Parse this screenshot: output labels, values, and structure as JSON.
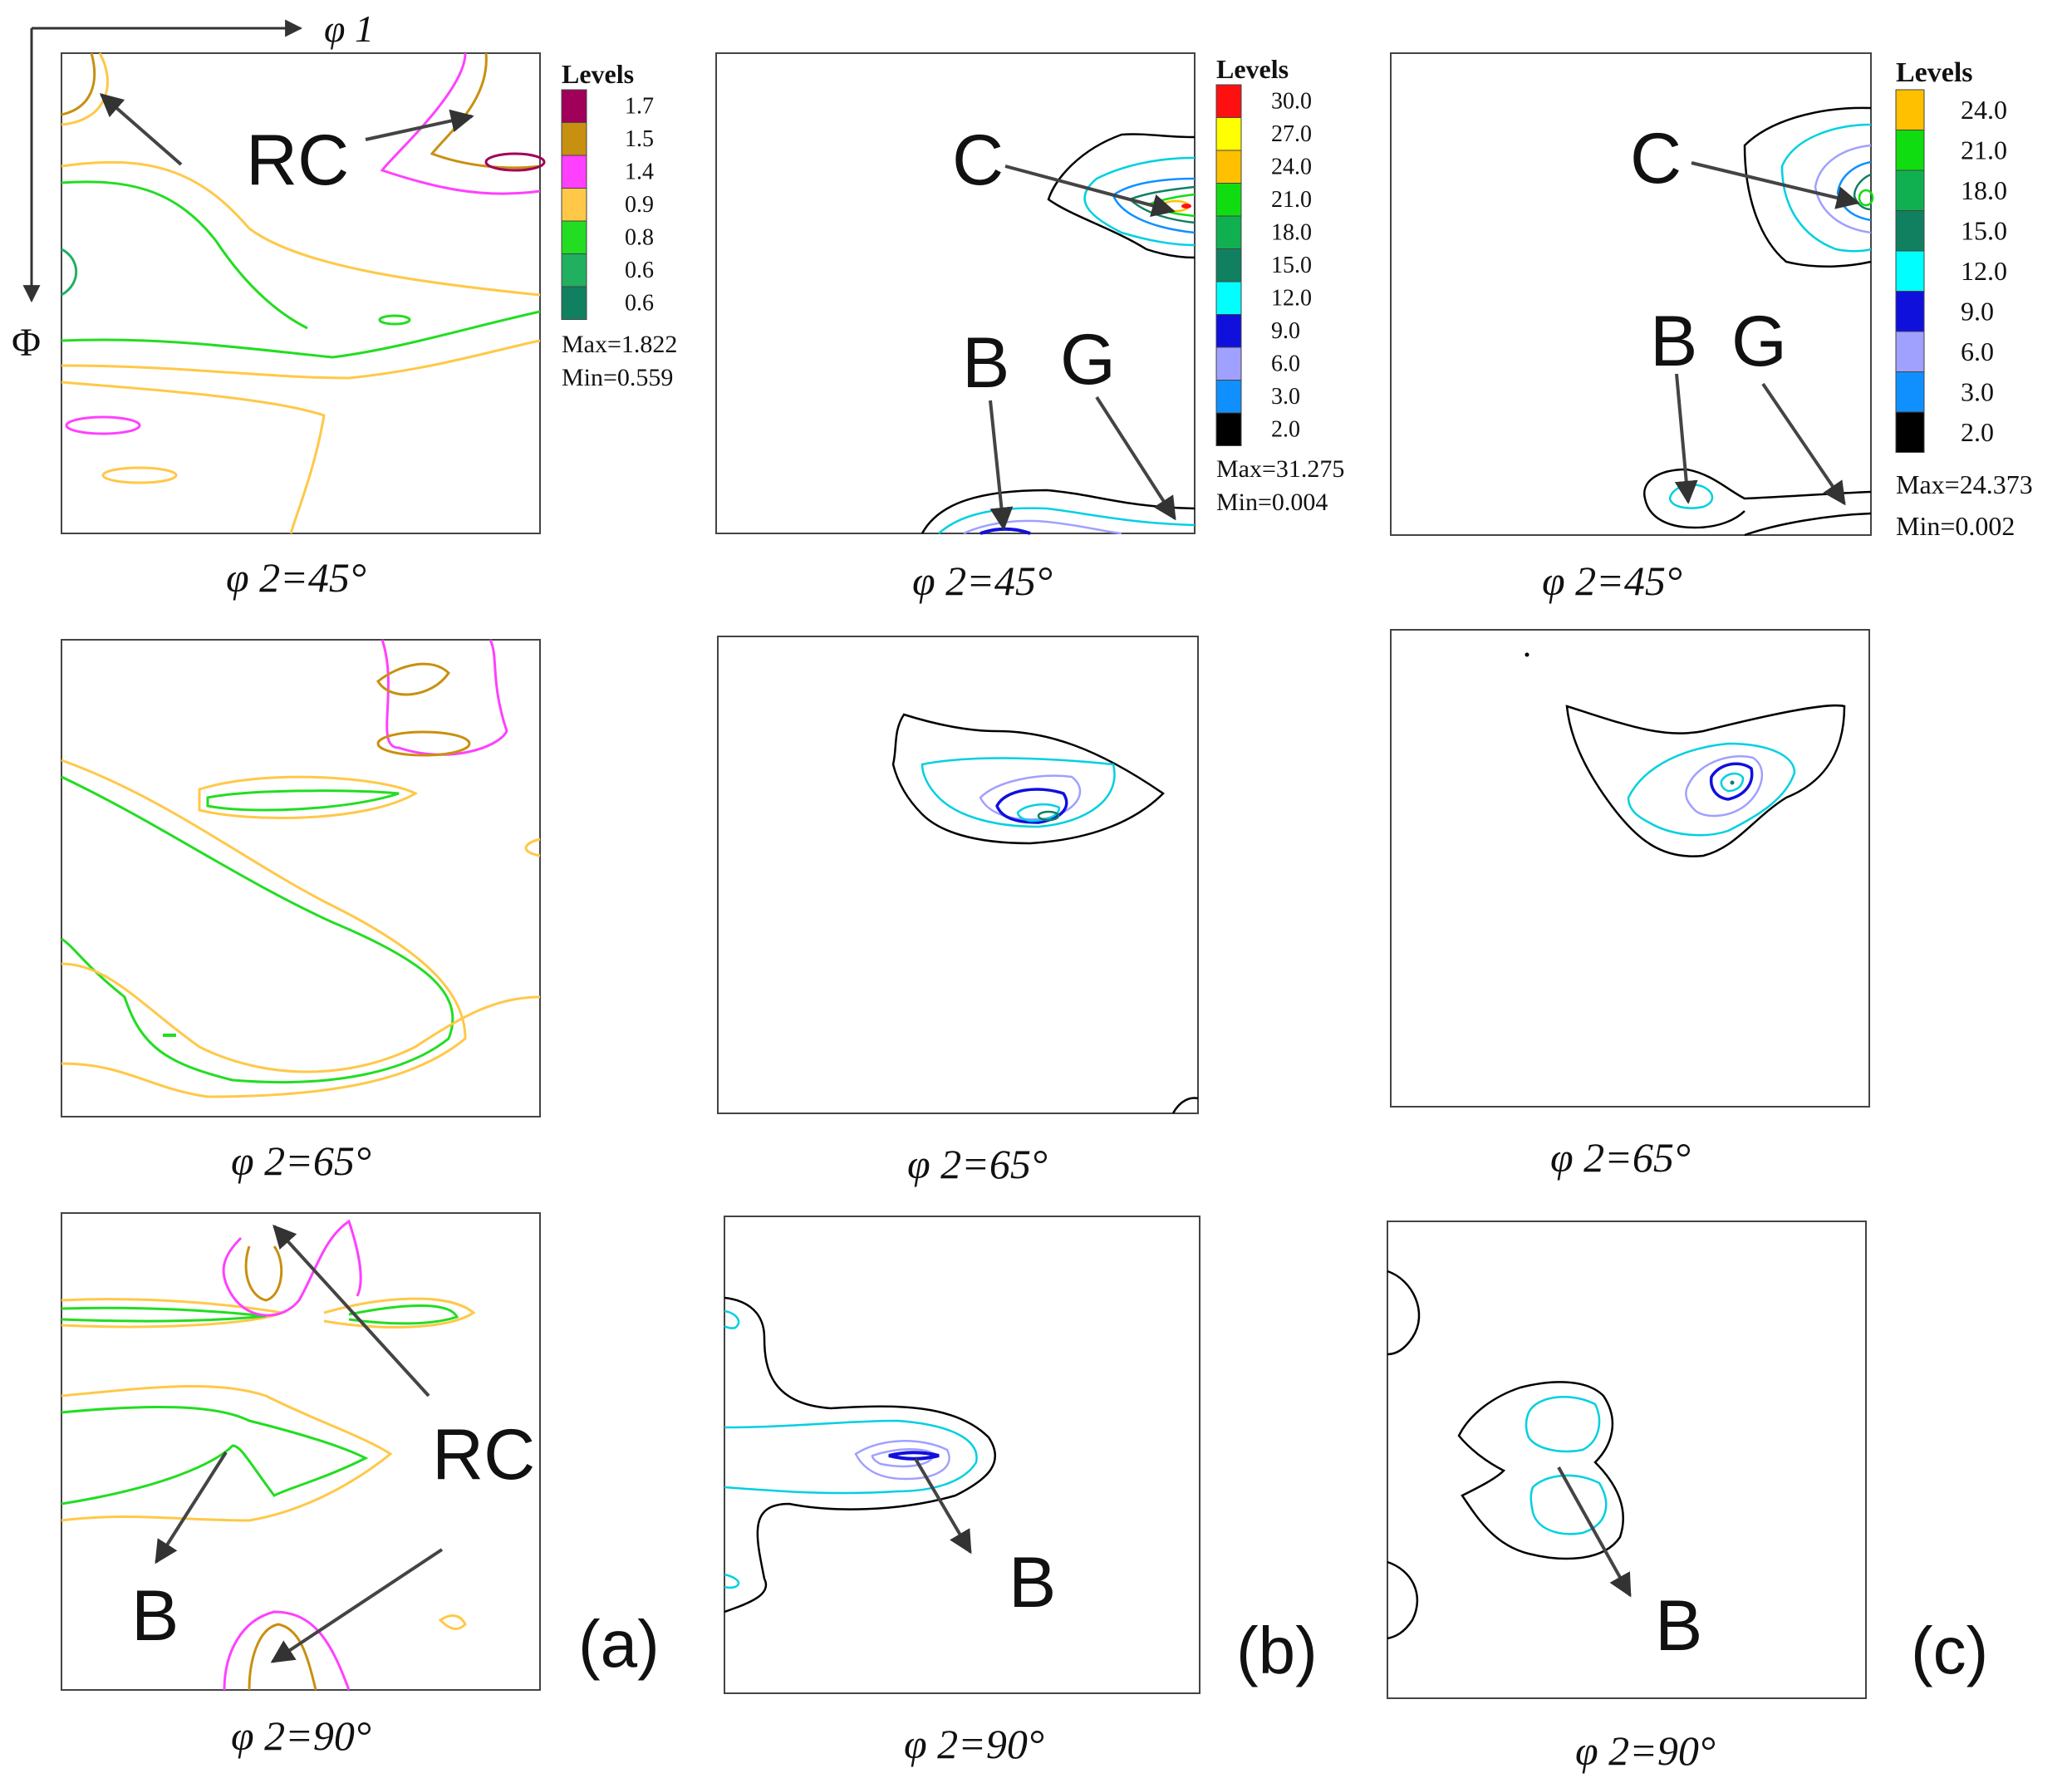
{
  "figure": {
    "axes": {
      "horizontal_label": "φ 1",
      "vertical_label": "Φ"
    },
    "columns": [
      {
        "panel_label": "(a)",
        "legend": {
          "title": "Levels",
          "levels": [
            {
              "value": "1.7",
              "color": "#a0005a"
            },
            {
              "value": "1.5",
              "color": "#c89010"
            },
            {
              "value": "1.4",
              "color": "#ff40ff"
            },
            {
              "value": "0.9",
              "color": "#ffc848"
            },
            {
              "value": "0.8",
              "color": "#22dd22"
            },
            {
              "value": "0.6",
              "color": "#20b060"
            },
            {
              "value": "0.6",
              "color": "#108060"
            }
          ],
          "max": "Max=1.822",
          "min": "Min=0.559"
        },
        "sections": [
          {
            "caption": "φ 2=45°",
            "annotations": [
              "RC"
            ]
          },
          {
            "caption": "φ 2=65°",
            "annotations": []
          },
          {
            "caption": "φ 2=90°",
            "annotations": [
              "RC",
              "B"
            ]
          }
        ]
      },
      {
        "panel_label": "(b)",
        "legend": {
          "title": "Levels",
          "levels": [
            {
              "value": "30.0",
              "color": "#ff1010"
            },
            {
              "value": "27.0",
              "color": "#ffff00"
            },
            {
              "value": "24.0",
              "color": "#ffc000"
            },
            {
              "value": "21.0",
              "color": "#10dd10"
            },
            {
              "value": "18.0",
              "color": "#10b050"
            },
            {
              "value": "15.0",
              "color": "#108060"
            },
            {
              "value": "12.0",
              "color": "#00ffff"
            },
            {
              "value": "9.0",
              "color": "#1010dd"
            },
            {
              "value": "6.0",
              "color": "#a0a0ff"
            },
            {
              "value": "3.0",
              "color": "#1090ff"
            },
            {
              "value": "2.0",
              "color": "#000000"
            }
          ],
          "max": "Max=31.275",
          "min": "Min=0.004"
        },
        "sections": [
          {
            "caption": "φ 2=45°",
            "annotations": [
              "C",
              "B",
              "G"
            ]
          },
          {
            "caption": "φ 2=65°",
            "annotations": []
          },
          {
            "caption": "φ 2=90°",
            "annotations": [
              "B"
            ]
          }
        ]
      },
      {
        "panel_label": "(c)",
        "legend": {
          "title": "Levels",
          "levels": [
            {
              "value": "24.0",
              "color": "#ffc000"
            },
            {
              "value": "21.0",
              "color": "#10dd10"
            },
            {
              "value": "18.0",
              "color": "#10b050"
            },
            {
              "value": "15.0",
              "color": "#108060"
            },
            {
              "value": "12.0",
              "color": "#00ffff"
            },
            {
              "value": "9.0",
              "color": "#1010dd"
            },
            {
              "value": "6.0",
              "color": "#a0a0ff"
            },
            {
              "value": "3.0",
              "color": "#1090ff"
            },
            {
              "value": "2.0",
              "color": "#000000"
            }
          ],
          "max": "Max=24.373",
          "min": "Min=0.002"
        },
        "sections": [
          {
            "caption": "φ 2=45°",
            "annotations": [
              "C",
              "B",
              "G"
            ]
          },
          {
            "caption": "φ 2=65°",
            "annotations": []
          },
          {
            "caption": "φ 2=90°",
            "annotations": [
              "B"
            ]
          }
        ]
      }
    ]
  },
  "chart_data": {
    "type": "heatmap",
    "layout": "3x3 grid of contour maps (rows: φ 2 sections, columns: panels)",
    "panels": [
      "(a)",
      "(b)",
      "(c)"
    ],
    "sections": [
      "φ 2=45°",
      "φ 2=65°",
      "φ 2=90°"
    ],
    "xlabel": "φ 1",
    "ylabel": "Φ",
    "grid": false,
    "legend_placement": "right of the top plot in each column",
    "series": [
      {
        "name": "(a)",
        "levels": [
          1.7,
          1.5,
          1.4,
          0.9,
          0.8,
          0.6,
          0.6
        ],
        "max": 1.822,
        "min": 0.559
      },
      {
        "name": "(b)",
        "levels": [
          30.0,
          27.0,
          24.0,
          21.0,
          18.0,
          15.0,
          12.0,
          9.0,
          6.0,
          3.0,
          2.0
        ],
        "max": 31.275,
        "min": 0.004
      },
      {
        "name": "(c)",
        "levels": [
          24.0,
          21.0,
          18.0,
          15.0,
          12.0,
          9.0,
          6.0,
          3.0,
          2.0
        ],
        "max": 24.373,
        "min": 0.002
      }
    ],
    "annotations": [
      {
        "panel": "(a)",
        "section": "φ 2=45°",
        "labels": [
          "RC"
        ]
      },
      {
        "panel": "(a)",
        "section": "φ 2=90°",
        "labels": [
          "RC",
          "B"
        ]
      },
      {
        "panel": "(b)",
        "section": "φ 2=45°",
        "labels": [
          "C",
          "B",
          "G"
        ]
      },
      {
        "panel": "(b)",
        "section": "φ 2=90°",
        "labels": [
          "B"
        ]
      },
      {
        "panel": "(c)",
        "section": "φ 2=45°",
        "labels": [
          "C",
          "B",
          "G"
        ]
      },
      {
        "panel": "(c)",
        "section": "φ 2=90°",
        "labels": [
          "B"
        ]
      }
    ]
  }
}
